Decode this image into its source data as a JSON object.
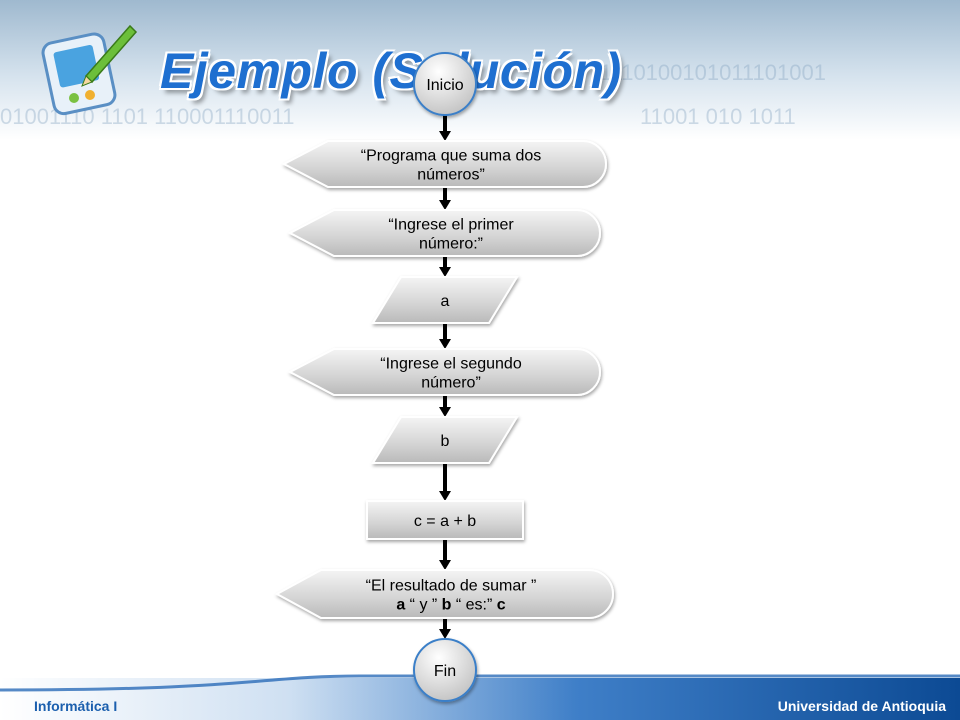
{
  "slide": {
    "title": "Ejemplo (Solución)",
    "footer_left": "Informática I",
    "footer_right": "Universidad de Antioquia",
    "logo_icon": "pda-pen-icon",
    "accent_color": "#1e6fd0"
  },
  "flowchart": {
    "nodes": [
      {
        "id": "inicio",
        "shape": "terminal",
        "lines": [
          "Inicio"
        ]
      },
      {
        "id": "display1",
        "shape": "display",
        "lines": [
          "“Programa que suma dos",
          "números”"
        ]
      },
      {
        "id": "display2",
        "shape": "display",
        "lines": [
          "“Ingrese el primer",
          "número:”"
        ]
      },
      {
        "id": "input_a",
        "shape": "parallelogram",
        "lines": [
          "a"
        ]
      },
      {
        "id": "display3",
        "shape": "display",
        "lines": [
          "“Ingrese el segundo",
          "número”"
        ]
      },
      {
        "id": "input_b",
        "shape": "parallelogram",
        "lines": [
          "b"
        ]
      },
      {
        "id": "process",
        "shape": "process",
        "lines": [
          "c = a + b"
        ]
      },
      {
        "id": "display4",
        "shape": "display",
        "lines": [
          "“El resultado de sumar ”",
          "a “ y ” b “ es:” c"
        ]
      },
      {
        "id": "fin",
        "shape": "terminal",
        "lines": [
          "Fin"
        ]
      }
    ],
    "edges": [
      [
        "inicio",
        "display1"
      ],
      [
        "display1",
        "display2"
      ],
      [
        "display2",
        "input_a"
      ],
      [
        "input_a",
        "display3"
      ],
      [
        "display3",
        "input_b"
      ],
      [
        "input_b",
        "process"
      ],
      [
        "process",
        "display4"
      ],
      [
        "display4",
        "fin"
      ]
    ]
  }
}
